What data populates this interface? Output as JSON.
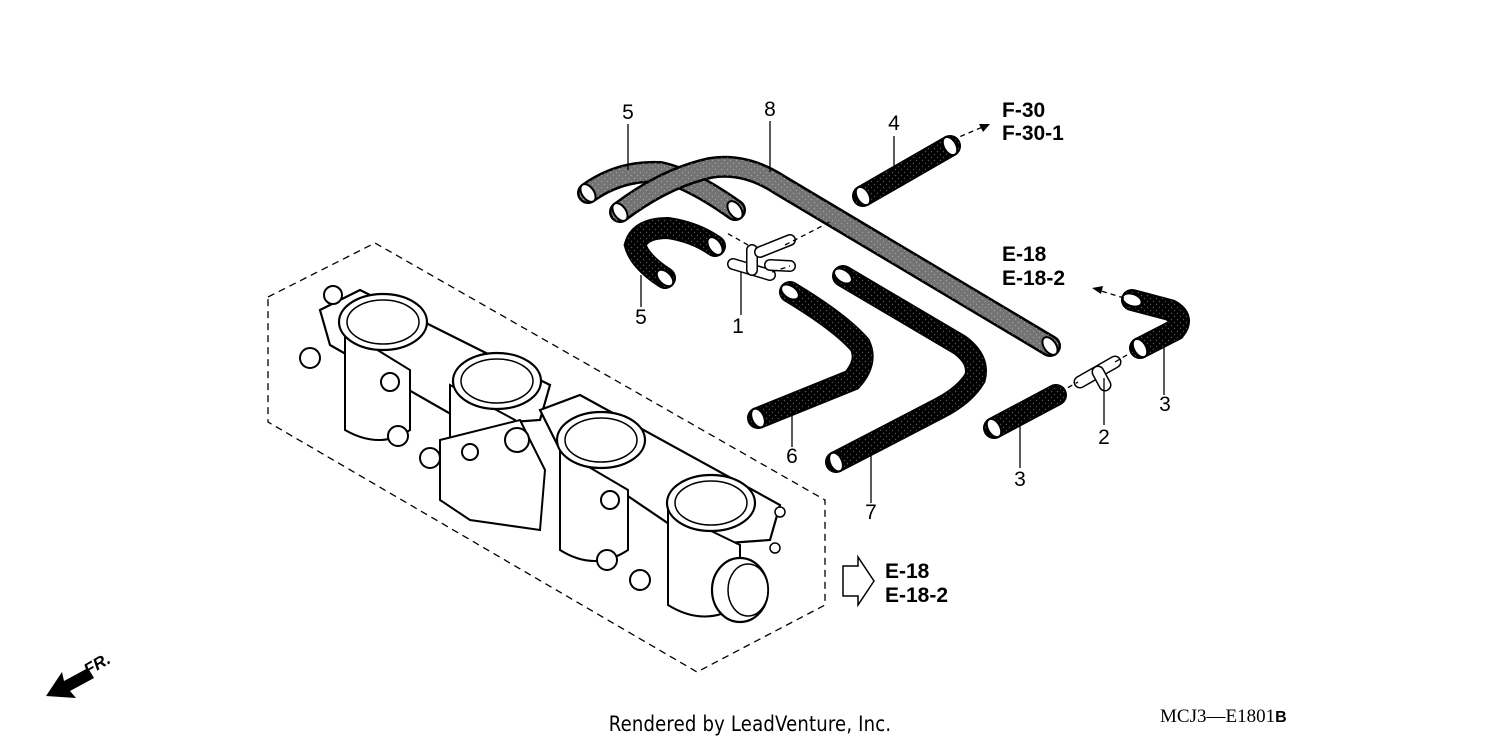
{
  "callouts": {
    "c1": "1",
    "c2": "2",
    "c3a": "3",
    "c3b": "3",
    "c4": "4",
    "c5a": "5",
    "c5b": "5",
    "c6": "6",
    "c7": "7",
    "c8": "8"
  },
  "refs": {
    "top_a": "F-30",
    "top_b": "F-30-1",
    "mid_a": "E-18",
    "mid_b": "E-18-2",
    "bot_a": "E-18",
    "bot_b": "E-18-2"
  },
  "front_label": "FR.",
  "footer": "Rendered by LeadVenture, Inc.",
  "diagram_code": "MCJ3—E1801",
  "diagram_code_suffix": "B"
}
